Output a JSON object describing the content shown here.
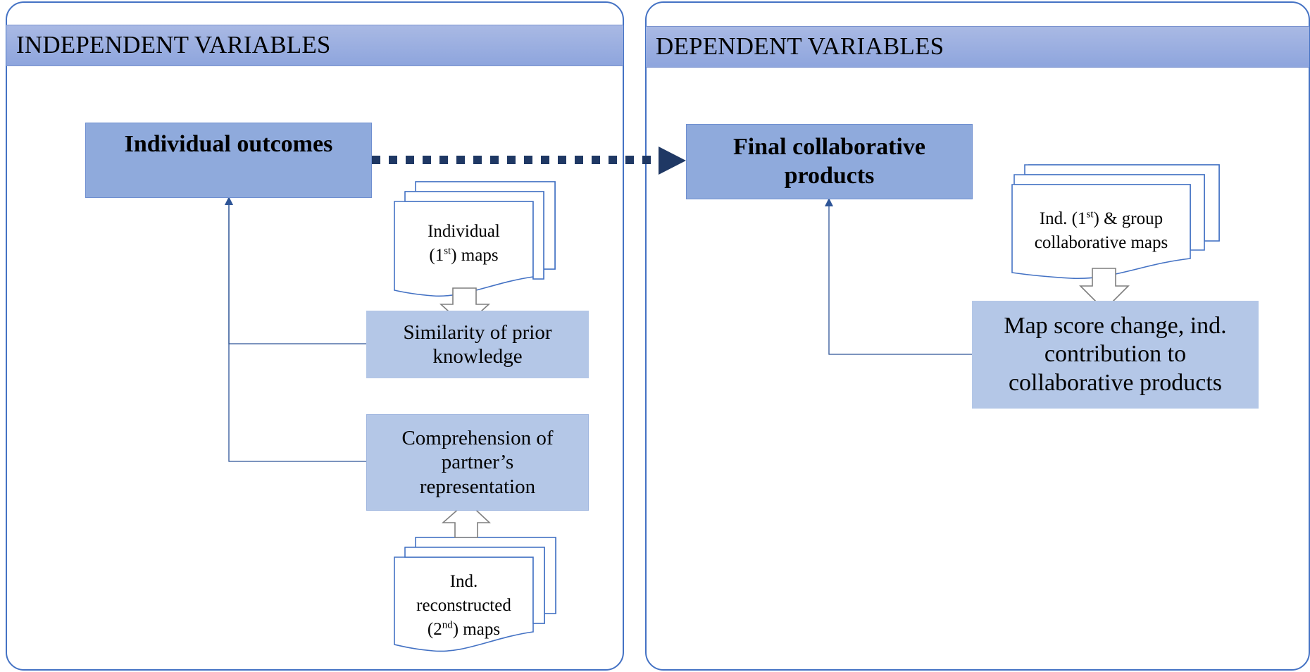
{
  "panels": {
    "independent": {
      "title": "INDEPENDENT VARIABLES"
    },
    "dependent": {
      "title": "DEPENDENT VARIABLES"
    }
  },
  "boxes": {
    "individual_outcomes": "Individual outcomes",
    "final_products": "Final collaborative products",
    "similarity": "Similarity of prior knowledge",
    "comprehension": "Comprehension of partner’s representation",
    "map_score": "Map score change, ind. contribution to collaborative products"
  },
  "documents": {
    "individual_maps": {
      "line1": "Individual",
      "pre": "(1",
      "sup": "st",
      "post": ") maps"
    },
    "reconstructed_maps": {
      "line1": "Ind.",
      "line2": "reconstructed",
      "pre": "(2",
      "sup": "nd",
      "post": ") maps"
    },
    "group_maps": {
      "pre": "Ind. (1",
      "sup": "st",
      "post": ") & group",
      "line2": "collaborative maps"
    }
  },
  "colors": {
    "panel_border": "#4472c4",
    "band": "#8ea5dd",
    "main_box": "#8faadc",
    "variable_box": "#b4c7e7",
    "dotted_arrow": "#1f3864",
    "connector": "#2e5597"
  }
}
